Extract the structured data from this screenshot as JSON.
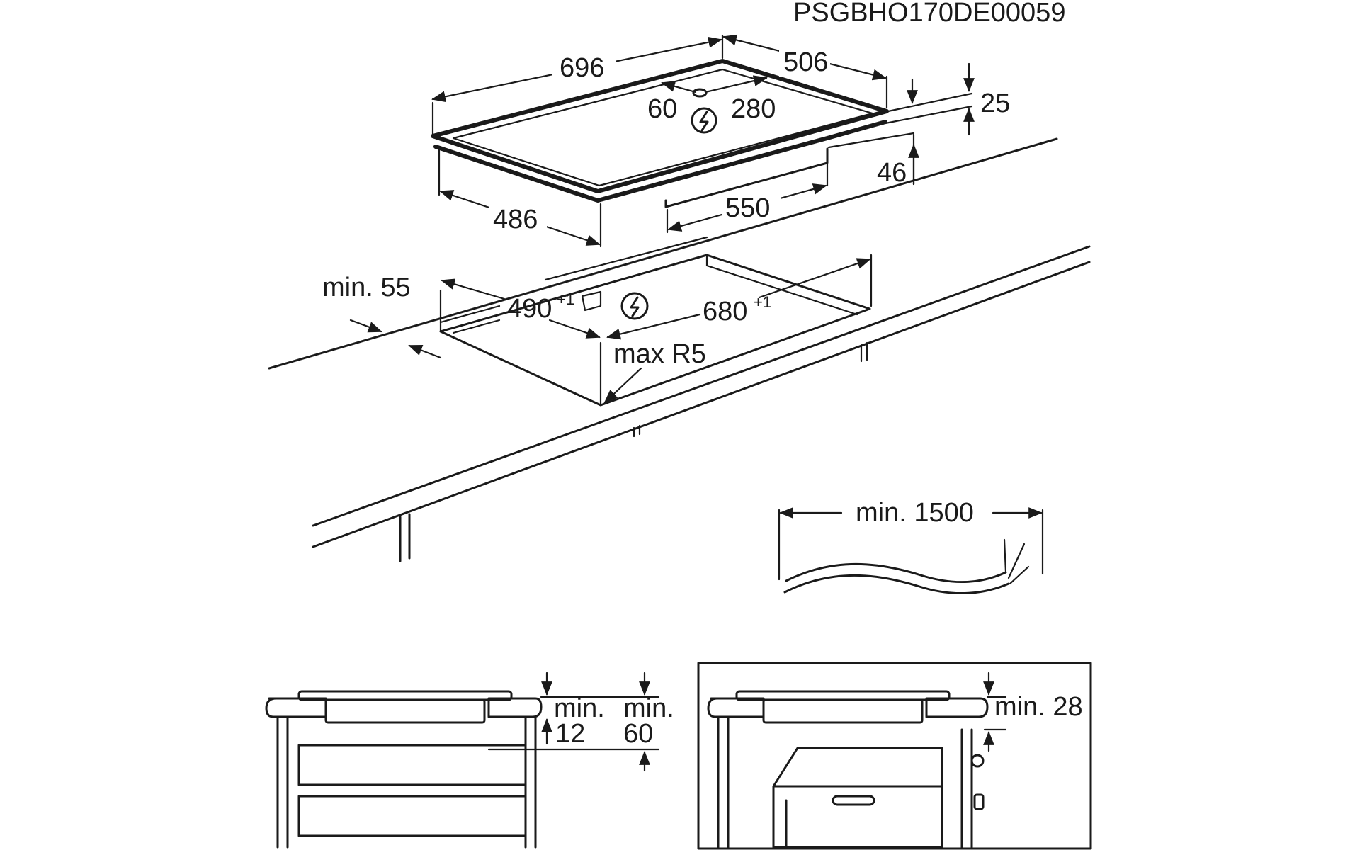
{
  "drawing_code": "PSGBHO170DE00059",
  "hob_dimensions": {
    "width": "696",
    "depth": "506",
    "cable_offset_left": "60",
    "cable_offset_right": "280",
    "glass_thickness": "25",
    "total_height": "46",
    "body_depth": "486",
    "body_width": "550"
  },
  "cutout": {
    "front_margin": "min. 55",
    "depth": "490",
    "depth_tolerance": "+1",
    "width": "680",
    "width_tolerance": "+1",
    "corner_radius": "max R5"
  },
  "cable": {
    "length": "min. 1500"
  },
  "installation_left": {
    "gap_line1": "min.",
    "gap_line2": "12",
    "clearance_line1": "min.",
    "clearance_line2": "60"
  },
  "installation_right": {
    "oven_clearance": "min. 28"
  },
  "icons": {
    "power_symbol": "electrical-hazard-icon"
  }
}
